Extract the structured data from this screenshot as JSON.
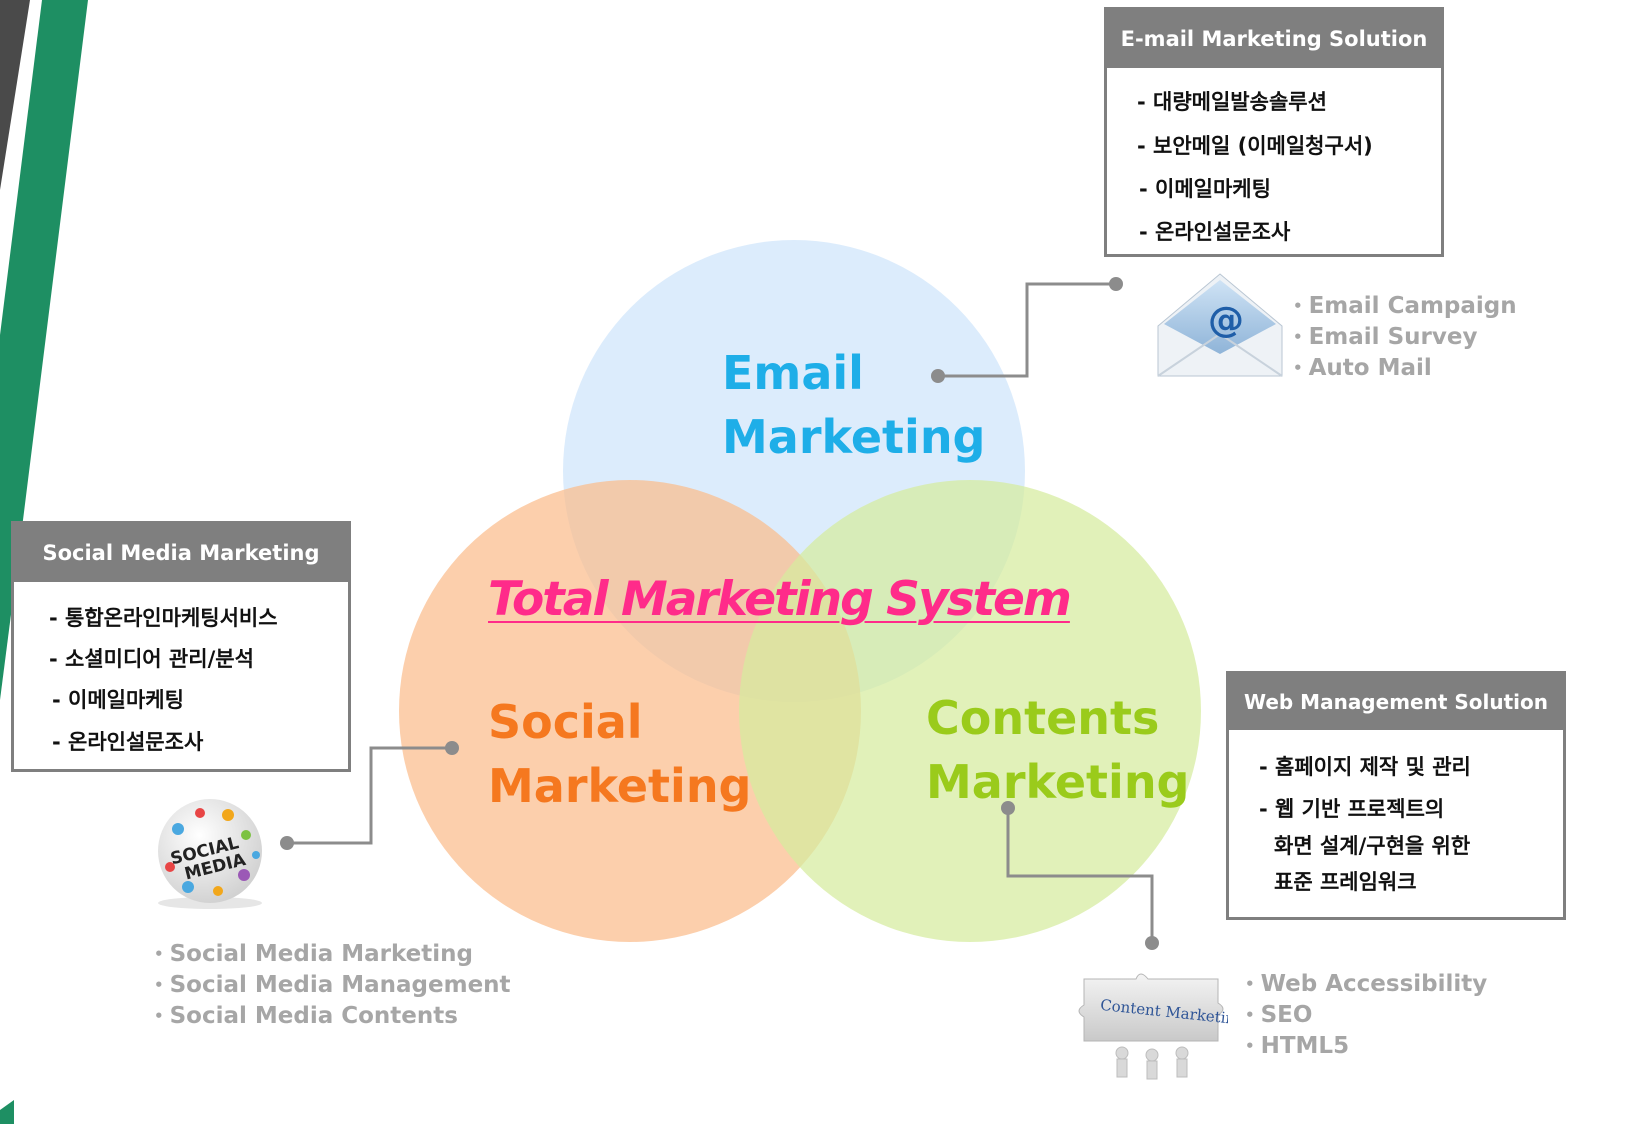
{
  "colors": {
    "stripe_green": "#1e8f63",
    "stripe_dark": "#4a4a4a",
    "email_circle": "#cfe5fb",
    "social_circle": "#fbbd8c",
    "contents_circle": "#d6ec9e",
    "email_text": "#1eaee8",
    "social_text": "#f5781f",
    "contents_text": "#9acb1b",
    "title_pink": "#ff2b8a",
    "box_gray": "#7f7f7f",
    "bullet_gray": "#a6a6a6"
  },
  "diagram": {
    "title": "Total Marketing System",
    "email": {
      "line1": "Email",
      "line2": "Marketing"
    },
    "social": {
      "line1": "Social",
      "line2": "Marketing"
    },
    "contents": {
      "line1": "Contents",
      "line2": "Marketing"
    }
  },
  "email_box": {
    "header": "E-mail Marketing Solution",
    "items": [
      "- 대량메일발송솔루션",
      "- 보안메일 (이메일청구서)",
      "- 이메일마케팅",
      "- 온라인설문조사"
    ]
  },
  "social_box": {
    "header": "Social Media Marketing",
    "items": [
      "- 통합온라인마케팅서비스",
      "- 소셜미디어 관리/분석",
      "- 이메일마케팅",
      "- 온라인설문조사"
    ]
  },
  "web_box": {
    "header": "Web Management Solution",
    "items": [
      "- 홈페이지 제작 및 관리",
      "- 웹 기반 프로젝트의",
      "화면 설계/구현을 위한",
      "표준 프레임워크"
    ]
  },
  "email_bullets": [
    "Email Campaign",
    "Email Survey",
    "Auto Mail"
  ],
  "social_bullets": [
    "Social Media Marketing",
    "Social Media Management",
    "Social Media Contents"
  ],
  "content_bullets": [
    "Web Accessibility",
    "SEO",
    "HTML5"
  ],
  "icons": {
    "email": {
      "name": "email-envelope-icon",
      "glyph": "@"
    },
    "social": {
      "name": "social-media-globe-icon",
      "line1": "SOCIAL",
      "line2": "MEDIA"
    },
    "content": {
      "name": "content-marketing-puzzle-icon",
      "text": "Content Marketing"
    }
  }
}
